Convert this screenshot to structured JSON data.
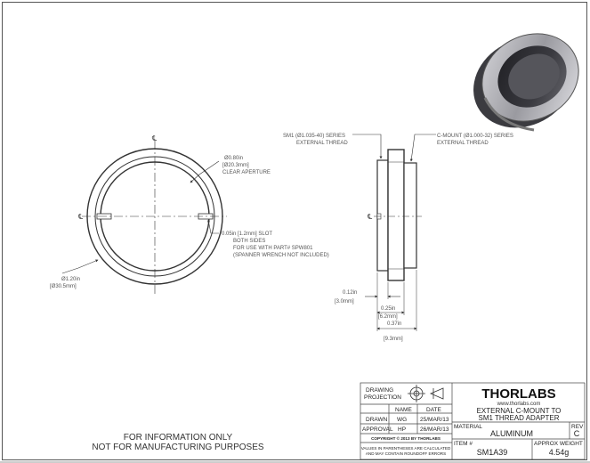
{
  "front_view": {
    "centerline_mark": "℄",
    "aperture_callout": {
      "line1": "Ø0.80in",
      "line2": "[Ø20.3mm]",
      "line3": "CLEAR APERTURE"
    },
    "slot_callout": {
      "line1": "0.05in [1.2mm] SLOT",
      "line2": "BOTH SIDES",
      "line3": "FOR USE WITH PART# SPW801",
      "line4": "(SPANNER WRENCH NOT INCLUDED)"
    },
    "outer_diameter": {
      "line1": "Ø1.20in",
      "line2": "[Ø30.5mm]"
    }
  },
  "side_view": {
    "sm1_thread": {
      "line1": "SM1 (Ø1.035-40) SERIES",
      "line2": "EXTERNAL THREAD"
    },
    "cmount_thread": {
      "line1": "C-MOUNT (Ø1.000-32) SERIES",
      "line2": "EXTERNAL THREAD"
    },
    "dim_a": {
      "line1": "0.12in",
      "line2": "[3.0mm]"
    },
    "dim_b": {
      "line1": "0.25in",
      "line2": "[6.2mm]"
    },
    "dim_c": {
      "line1": "0.37in",
      "line2": "[9.3mm]"
    }
  },
  "disclaimer": {
    "line1": "FOR INFORMATION ONLY",
    "line2": "NOT FOR MANUFACTURING PURPOSES"
  },
  "title_block": {
    "drawing_projection": {
      "line1": "DRAWING",
      "line2": "PROJECTION"
    },
    "brand_logo": "THORLABS",
    "website": "www.thorlabs.com",
    "title_line1": "EXTERNAL C-MOUNT TO",
    "title_line2": "SM1 THREAD ADAPTER",
    "col_name": "NAME",
    "col_date": "DATE",
    "drawn_label": "DRAWN",
    "drawn_name": "WG",
    "drawn_date": "25/MAR/13",
    "approval_label": "APPROVAL",
    "approval_name": "HP",
    "approval_date": "26/MAR/13",
    "material_label": "MATERIAL",
    "material_value": "ALUMINUM",
    "rev_label": "REV",
    "rev_value": "C",
    "copyright": "COPYRIGHT © 2013 BY THORLABS",
    "values_note_line1": "VALUES IN PARENTHESES ARE CALCULATED",
    "values_note_line2": "AND MAY CONTAIN ROUNDOFF ERRORS",
    "item_label": "ITEM #",
    "item_value": "SM1A39",
    "weight_label": "APPROX WEIGHT",
    "weight_value": "4.54g"
  },
  "colors": {
    "line": "#333333",
    "text": "#444444",
    "render_dark": "#2b2b2e",
    "render_light": "#c8c8cc"
  }
}
